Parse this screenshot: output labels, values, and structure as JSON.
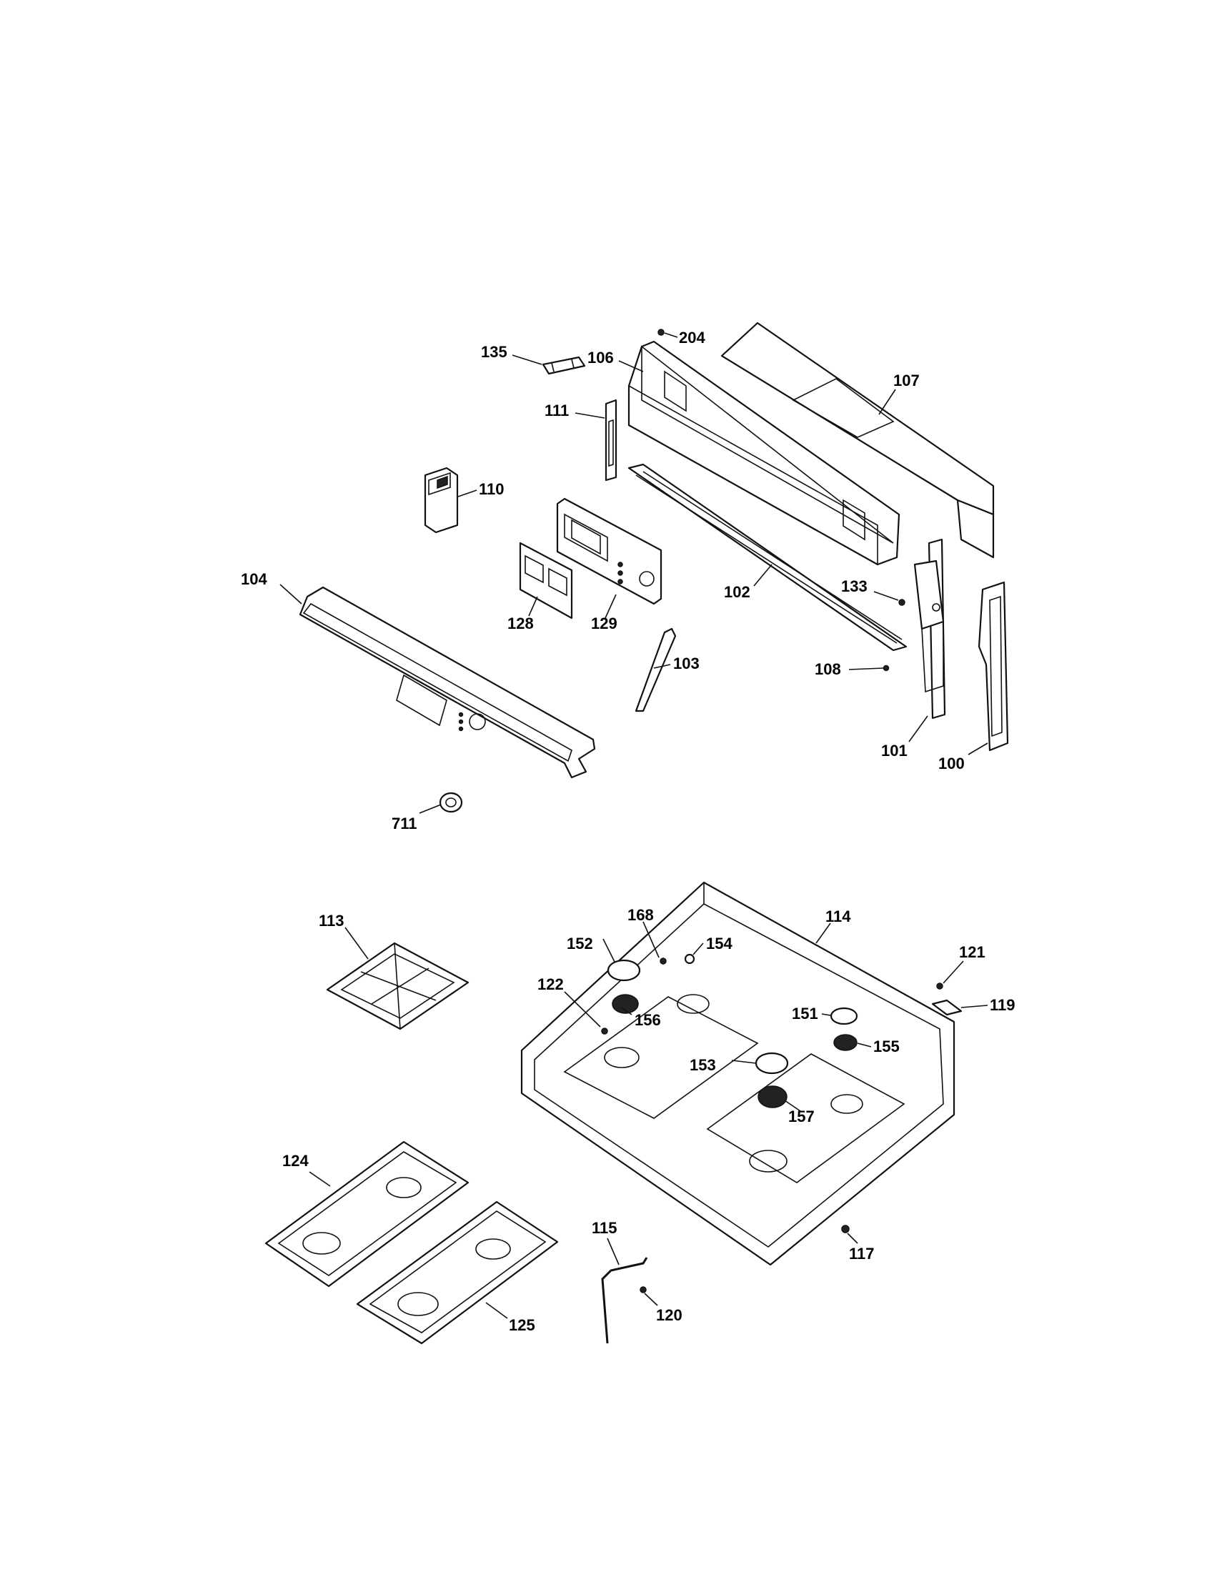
{
  "callouts": {
    "c204": "204",
    "c135": "135",
    "c106": "106",
    "c107": "107",
    "c111": "111",
    "c110": "110",
    "c102": "102",
    "c133": "133",
    "c104": "104",
    "c128": "128",
    "c129": "129",
    "c103": "103",
    "c108": "108",
    "c101": "101",
    "c100": "100",
    "c711": "711",
    "c113": "113",
    "c168": "168",
    "c114": "114",
    "c152": "152",
    "c154": "154",
    "c121": "121",
    "c122": "122",
    "c156": "156",
    "c119": "119",
    "c151": "151",
    "c155": "155",
    "c153": "153",
    "c157": "157",
    "c124": "124",
    "c115": "115",
    "c117": "117",
    "c120": "120",
    "c125": "125"
  }
}
